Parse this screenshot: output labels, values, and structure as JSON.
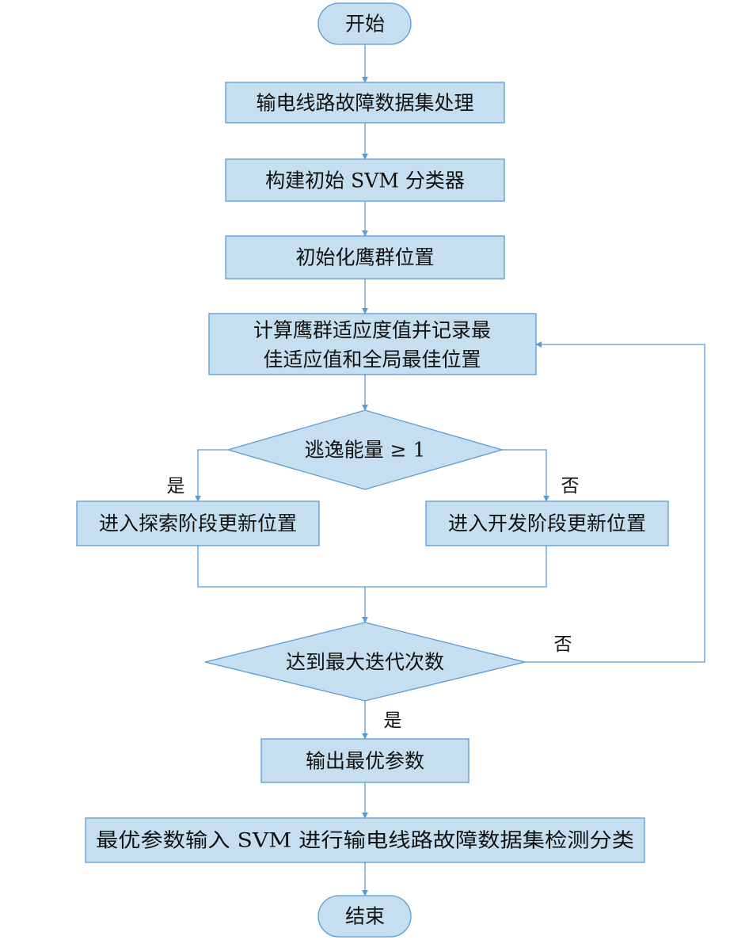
{
  "nodes": {
    "start": "开始",
    "process_dataset": "输电线路故障数据集处理",
    "build_svm": "构建初始 SVM 分类器",
    "init_positions": "初始化鹰群位置",
    "compute_fitness_line1": "计算鹰群适应度值并记录最",
    "compute_fitness_line2": "佳适应值和全局最佳位置",
    "escape_energy": "逃逸能量 ≥ 1",
    "explore": "进入探索阶段更新位置",
    "exploit": "进入开发阶段更新位置",
    "max_iter": "达到最大迭代次数",
    "output_params": "输出最优参数",
    "classify": "最优参数输入 SVM 进行输电线路故障数据集检测分类",
    "end": "结束"
  },
  "edges": {
    "escape_yes": "是",
    "escape_no": "否",
    "iter_no": "否",
    "iter_yes": "是"
  },
  "colors": {
    "fill": "#c5dff0",
    "stroke": "#5b9bd5",
    "text": "#111111"
  }
}
